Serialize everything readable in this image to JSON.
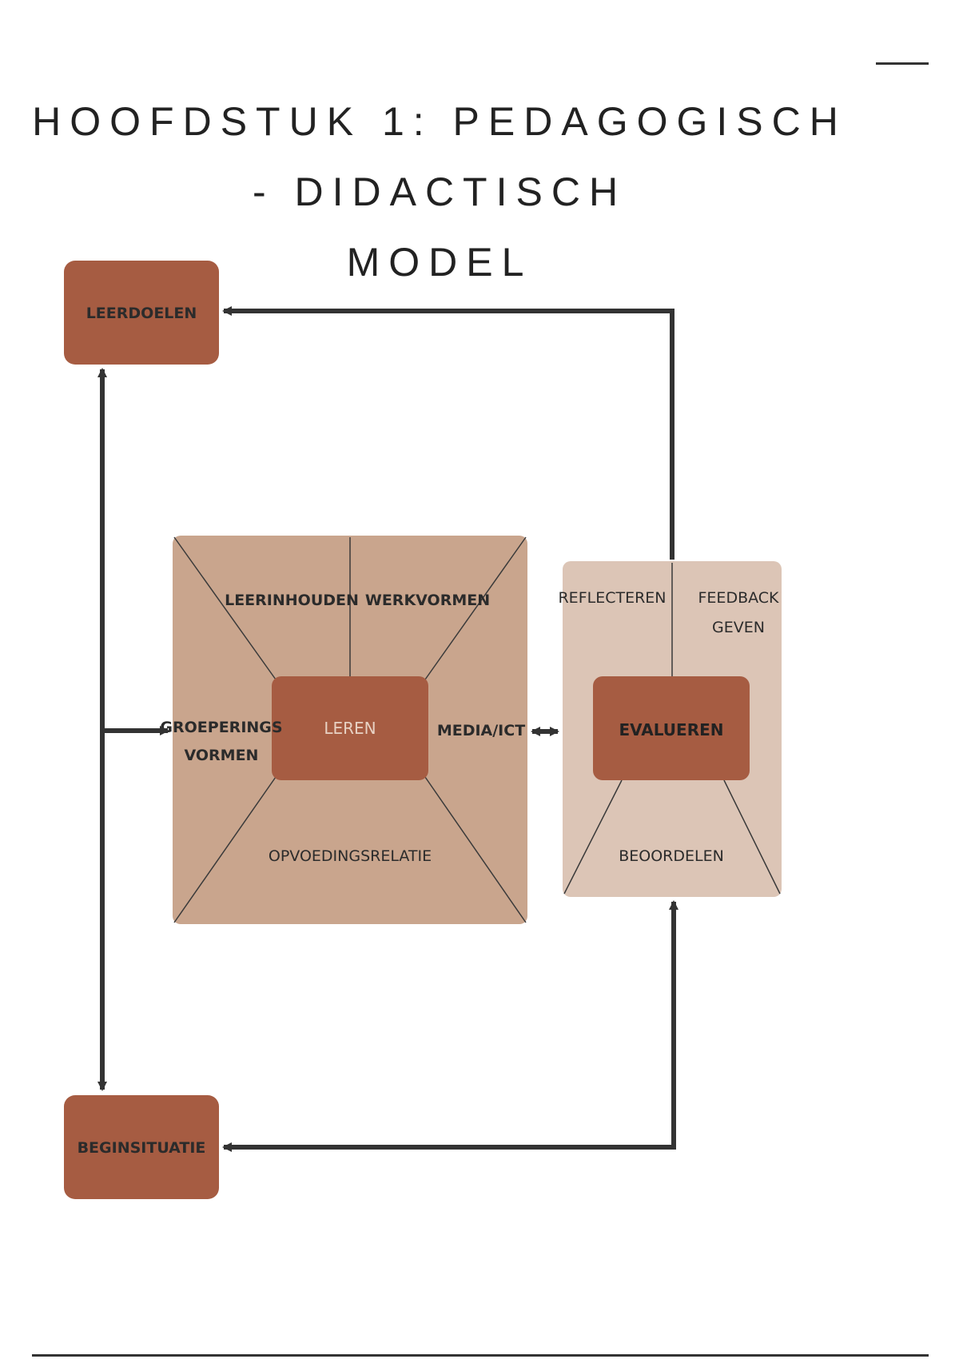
{
  "title": {
    "line1": "HOOFDSTUK 1: PEDAGOGISCH - DIDACTISCH",
    "line2": "MODEL"
  },
  "nodes": {
    "leerdoelen": "LEERDOELEN",
    "beginsituatie": "BEGINSITUATIE",
    "leerinhouden": "LEERINHOUDEN",
    "werkvormen": "WERKVORMEN",
    "groeperingsvormen_1": "GROEPERINGS",
    "groeperingsvormen_2": "VORMEN",
    "leren": "LEREN",
    "media_ict": "MEDIA/ICT",
    "opvoedingsrelatie": "OPVOEDINGSRELATIE",
    "reflecteren": "REFLECTEREN",
    "feedback_geven_1": "FEEDBACK",
    "feedback_geven_2": "GEVEN",
    "evalueren": "EVALUEREN",
    "beoordelen": "BEOORDELEN"
  },
  "colors": {
    "node_dark": "#a65c42",
    "panel_mid": "#c9a58d",
    "panel_light": "#dcc5b6",
    "arrow": "#333333"
  }
}
